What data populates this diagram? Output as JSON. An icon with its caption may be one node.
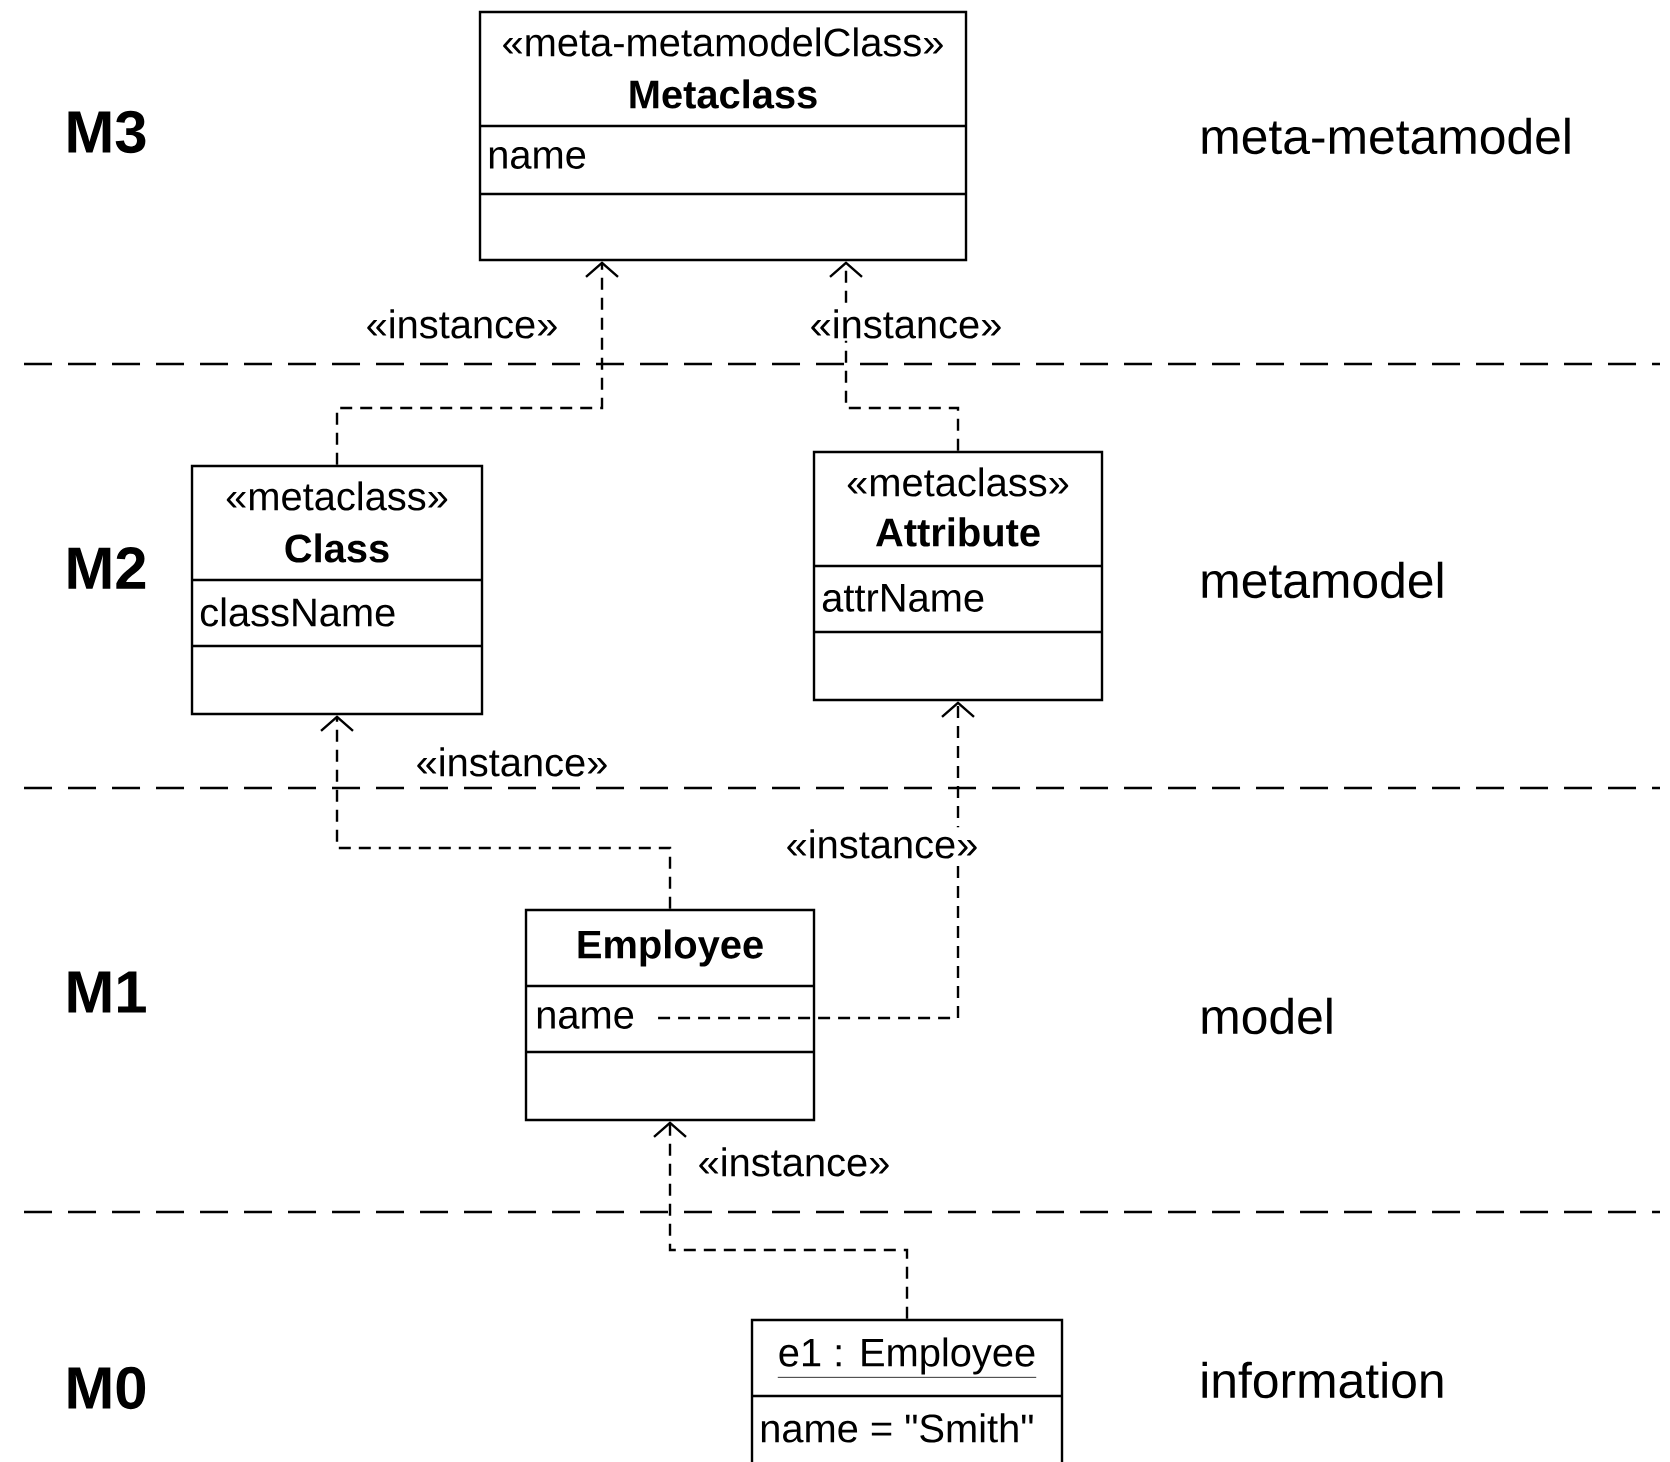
{
  "diagram": {
    "nodes": [
      {
        "text": [
          "«meta-metamodelClass»",
          "Metaclass",
          "name"
        ]
      },
      {
        "text": [
          "«metaclass»",
          "Class",
          "className"
        ]
      },
      {
        "text": [
          "«metaclass»",
          "Attribute",
          "attrName"
        ]
      },
      {
        "text": [
          "Employee"
        ]
      },
      {
        "text": [
          "name"
        ],
        "in": 3
      },
      {
        "text": [
          "e1 : Employee",
          "name = \"Smith\""
        ]
      }
    ],
    "edges": [
      {
        "from": 1,
        "to": 0,
        "arrow": "to",
        "style": "dashed",
        "label": "«instance»"
      },
      {
        "from": 2,
        "to": 0,
        "arrow": "to",
        "style": "dashed",
        "label": "«instance»"
      },
      {
        "from": 3,
        "to": 1,
        "arrow": "to",
        "style": "dashed",
        "label": "«instance»"
      },
      {
        "from": 4,
        "to": 2,
        "arrow": "to",
        "style": "dashed",
        "label": "«instance»"
      },
      {
        "from": 5,
        "to": 3,
        "arrow": "to",
        "style": "dashed",
        "label": "«instance»"
      }
    ],
    "labels": [
      "M3",
      "meta-metamodel",
      "M2",
      "metamodel",
      "M1",
      "model",
      "M0",
      "information"
    ]
  }
}
